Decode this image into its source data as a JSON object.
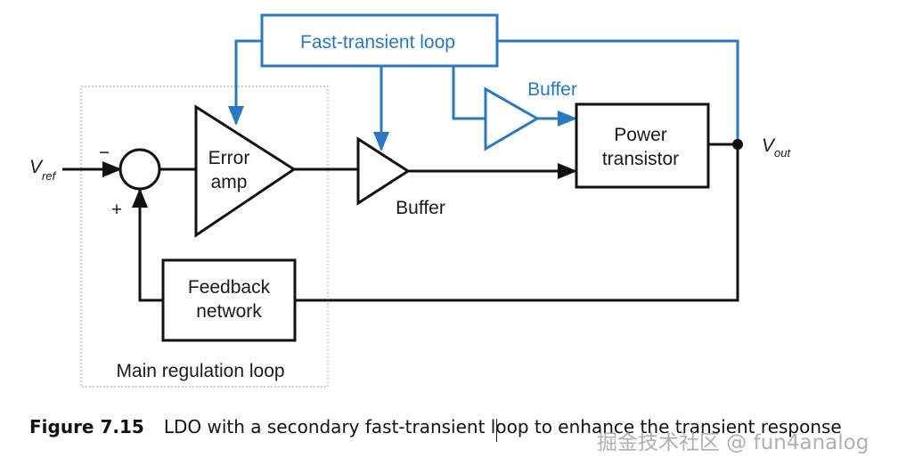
{
  "diagram": {
    "fast_loop_label": "Fast-transient loop",
    "blue_buffer_label": "Buffer",
    "vref_main": "V",
    "vref_sub": "ref",
    "minus_sign": "−",
    "plus_sign": "+",
    "error_amp_line1": "Error",
    "error_amp_line2": "amp",
    "buffer_label": "Buffer",
    "power_line1": "Power",
    "power_line2": "transistor",
    "vout_main": "V",
    "vout_sub": "out",
    "feedback_line1": "Feedback",
    "feedback_line2": "network",
    "main_loop_label": "Main regulation loop",
    "colors": {
      "accent": "#2a78c0",
      "stroke": "#111111",
      "dotted_box": "#b0b0b0"
    }
  },
  "caption": {
    "figure_number": "Figure 7.15",
    "text": "LDO with a secondary fast-transient loop to enhance the transient response"
  },
  "watermark": "掘金技术社区 @ fun4analog"
}
